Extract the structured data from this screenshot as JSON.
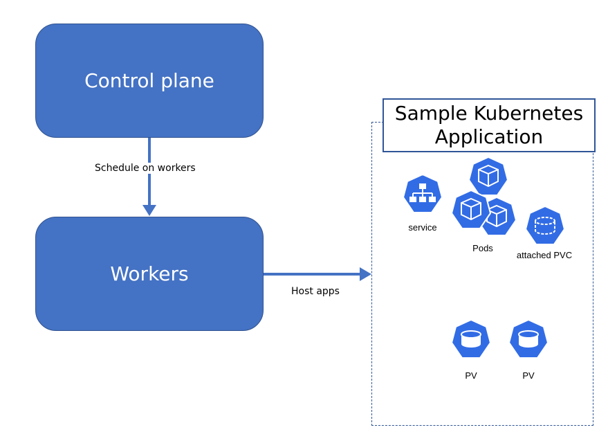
{
  "boxes": {
    "control_plane": "Control plane",
    "workers": "Workers"
  },
  "edges": {
    "schedule": "Schedule on workers",
    "host_apps": "Host apps"
  },
  "app": {
    "title_line1": "Sample Kubernetes",
    "title_line2": "Application"
  },
  "icons": {
    "service": "service",
    "pods": "Pods",
    "pvc": "attached PVC",
    "pv1": "PV",
    "pv2": "PV"
  },
  "colors": {
    "box_fill": "#4472c4",
    "k8s_blue": "#326ce5",
    "border": "#2f5597"
  }
}
